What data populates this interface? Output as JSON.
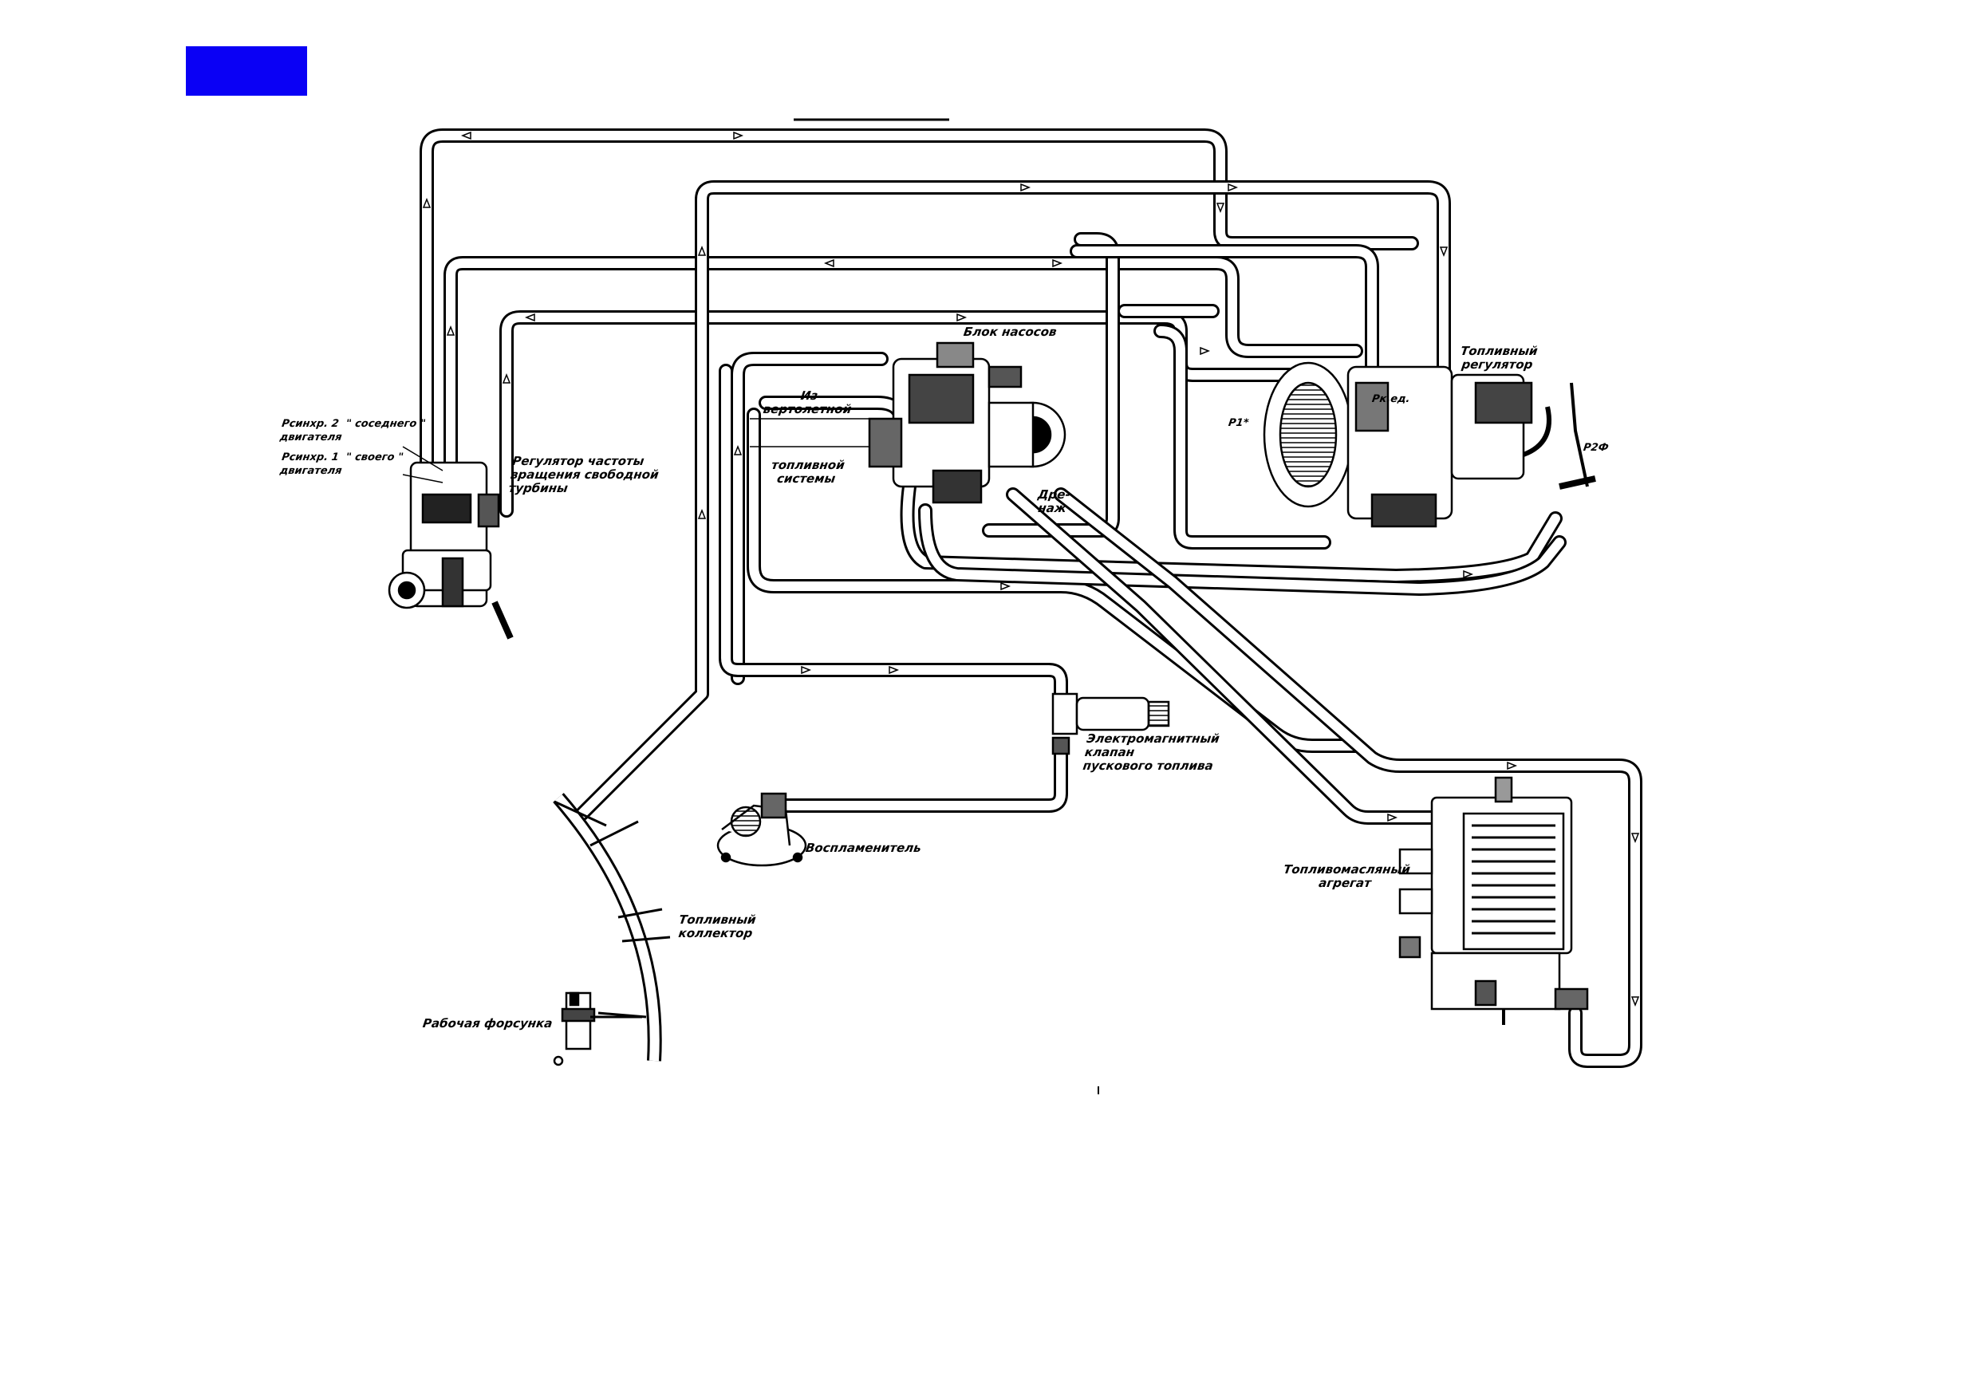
{
  "colors": {
    "corner_block": "#0a00f5",
    "ink": "#000000",
    "background": "#ffffff"
  },
  "labels": {
    "pump_block": "Блок насосов",
    "fuel_regulator": "Топливный\nрегулятор",
    "from_heli": "Из\nвертолетной",
    "fuel_system": "топливной\nсистемы",
    "drain": "Дре-\nнаж",
    "free_turbine_regulator": "Регулятор частоты\nвращения свободной\nтурбины",
    "p_sync_2": "Pсинхр. 2  \" соседнего \"\nдвигателя",
    "p_sync_1": "Pсинхр. 1  \" своего \"\nдвигателя",
    "solenoid_valve": "Электромагнитный\nклапан\nпускового топлива",
    "igniter": "Воспламенитель",
    "fuel_oil_unit": "Топливомасляный\nагрегат",
    "fuel_collector": "Топливный\nколлектор",
    "working_injector": "Рабочая форсунка",
    "p_k_ed": "Pк.ед.",
    "p_1_star": "P1*",
    "p_2f": "P2Ф"
  },
  "icons": {
    "corner": "blue-rectangle",
    "flow_arrows": "direction-arrow"
  }
}
